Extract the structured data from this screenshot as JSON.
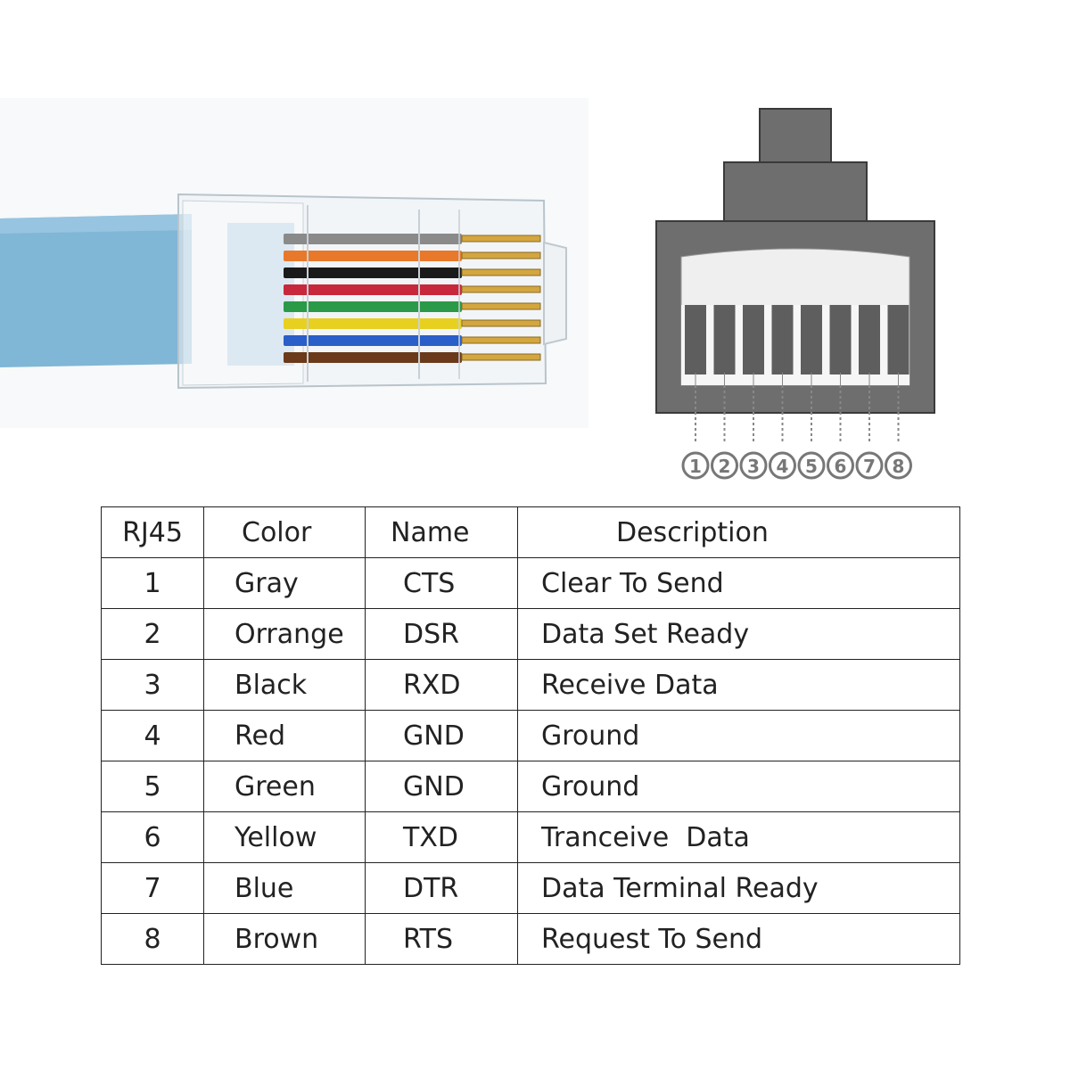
{
  "table": {
    "headers": [
      "RJ45",
      "Color",
      "Name",
      "Description"
    ],
    "rows": [
      {
        "pin": "1",
        "color": "Gray",
        "name": "CTS",
        "description": "Clear To Send"
      },
      {
        "pin": "2",
        "color": "Orrange",
        "name": "DSR",
        "description": "Data Set Ready"
      },
      {
        "pin": "3",
        "color": "Black",
        "name": "RXD",
        "description": "Receive Data"
      },
      {
        "pin": "4",
        "color": "Red",
        "name": "GND",
        "description": "Ground"
      },
      {
        "pin": "5",
        "color": "Green",
        "name": "GND",
        "description": "Ground"
      },
      {
        "pin": "6",
        "color": "Yellow",
        "name": "TXD",
        "description": "Tranceive  Data"
      },
      {
        "pin": "7",
        "color": "Blue",
        "name": "DTR",
        "description": "Data Terminal Ready"
      },
      {
        "pin": "8",
        "color": "Brown",
        "name": "RTS",
        "description": "Request To Send"
      }
    ]
  },
  "schematic": {
    "pin_numbers": [
      "1",
      "2",
      "3",
      "4",
      "5",
      "6",
      "7",
      "8"
    ]
  },
  "colors": {
    "cable": "#7fb4d4",
    "connector_dark": "#555555",
    "connector_mid": "#6e6e6e",
    "wire_colors": [
      "#8a8a8a",
      "#e8782a",
      "#1a1a1a",
      "#c8283c",
      "#2a9a48",
      "#e8d020",
      "#2a5ec8",
      "#6a3a1a"
    ]
  }
}
